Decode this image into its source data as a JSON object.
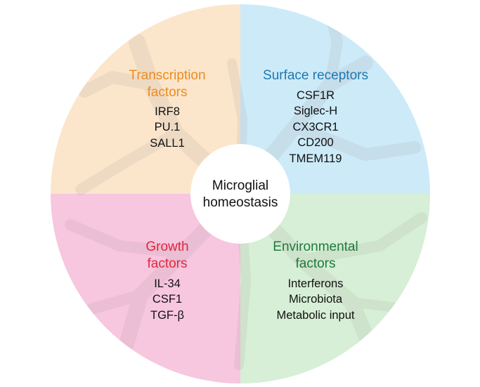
{
  "center": {
    "line1": "Microglial",
    "line2": "homeostasis"
  },
  "quadrants": {
    "top_left": {
      "title": [
        "Transcription",
        "factors"
      ],
      "items": [
        "IRF8",
        "PU.1",
        "SALL1"
      ],
      "fill": "#fbe6cc",
      "title_color": "#ef8a1c"
    },
    "top_right": {
      "title": [
        "Surface receptors"
      ],
      "items": [
        "CSF1R",
        "Siglec-H",
        "CX3CR1",
        "CD200",
        "TMEM119"
      ],
      "fill": "#cdeaf8",
      "title_color": "#1d78b4"
    },
    "bottom_left": {
      "title": [
        "Growth",
        "factors"
      ],
      "items": [
        "IL-34",
        "CSF1",
        "TGF-β"
      ],
      "fill": "#f7c6df",
      "title_color": "#e0283e"
    },
    "bottom_right": {
      "title": [
        "Environmental",
        "factors"
      ],
      "items": [
        "Interferons",
        "Microbiota",
        "Metabolic input"
      ],
      "fill": "#d6efd6",
      "title_color": "#1e7a3c"
    }
  },
  "watermark_color": "#9a8f8f"
}
